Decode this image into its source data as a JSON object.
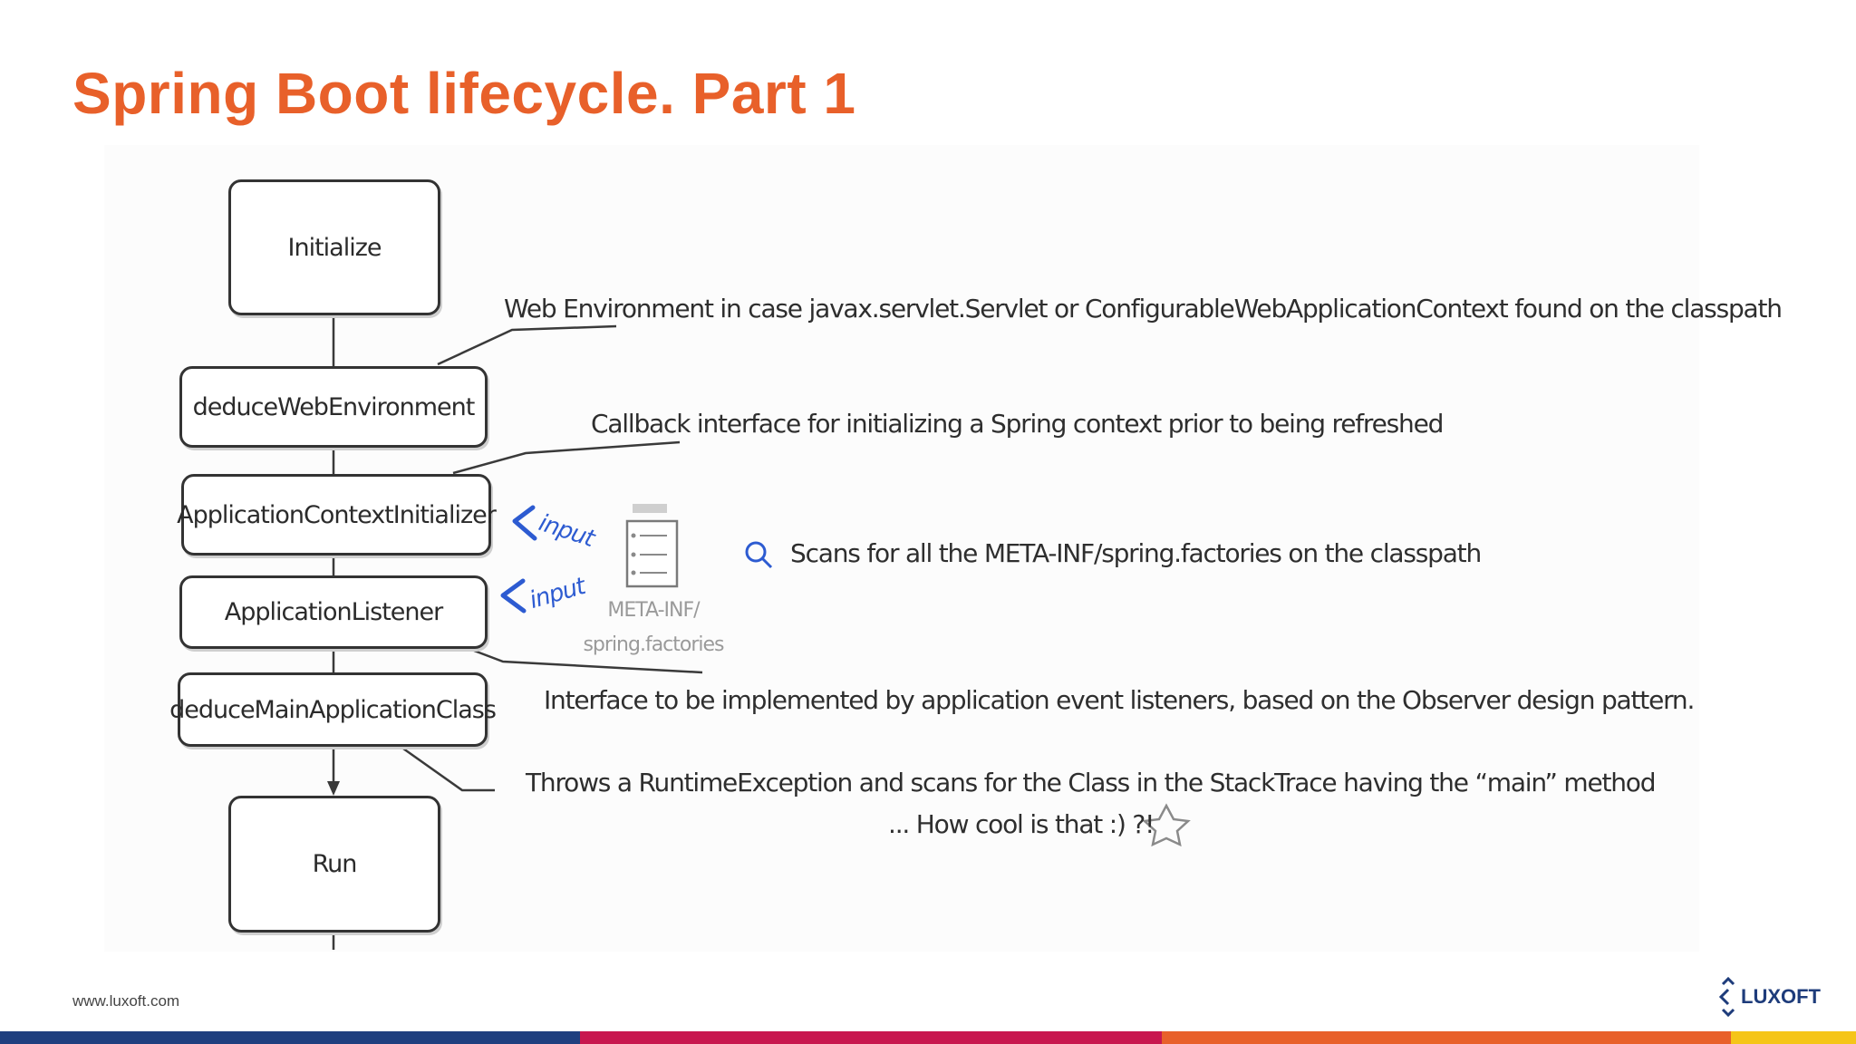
{
  "slide": {
    "title": "Spring Boot lifecycle. Part 1",
    "footer_url": "www.luxoft.com",
    "logo_text": "LUXOFT"
  },
  "diagram": {
    "steps": [
      {
        "id": "initialize",
        "label": "Initialize"
      },
      {
        "id": "deduce-web-environment",
        "label": "deduceWebEnvironment"
      },
      {
        "id": "application-context-initializer",
        "label": "ApplicationContextInitializer"
      },
      {
        "id": "application-listener",
        "label": "ApplicationListener"
      },
      {
        "id": "deduce-main-application-class",
        "label": "deduceMainApplicationClass"
      },
      {
        "id": "run",
        "label": "Run"
      }
    ],
    "notes": {
      "web_environment": "Web Environment in case javax.servlet.Servlet or ConfigurableWebApplicationContext found on the classpath",
      "callback": "Callback interface for initializing a Spring context prior to being refreshed",
      "scans": "Scans for all the META-INF/spring.factories on the classpath",
      "listener": "Interface to be implemented by application event listeners, based on the Observer design pattern.",
      "throws": "Throws a RuntimeException and scans for the Class in the StackTrace having the “main” method",
      "cool": "... How cool is that :) ?!"
    },
    "input_label": "input",
    "file_label_line1": "META-INF/",
    "file_label_line2": "spring.factories",
    "colors": {
      "title": "#e8602a",
      "input_arrow": "#2d5bd1",
      "bar_blue": "#1f3f7f",
      "bar_magenta": "#c8174f",
      "bar_orange": "#e8602a",
      "bar_yellow": "#f5c518"
    },
    "icons": [
      "search-icon",
      "star-icon",
      "document-list-icon",
      "luxoft-logo-icon"
    ]
  }
}
